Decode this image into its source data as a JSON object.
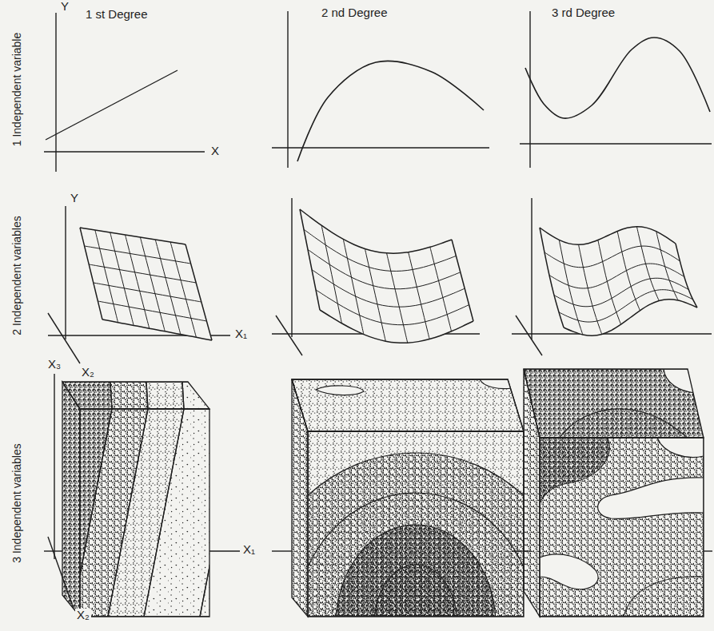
{
  "diagram": {
    "labels": [
      "1 Independent variable",
      "Y",
      "1 st Degree",
      "X",
      "2 nd Degree",
      "3 rd Degree",
      "2 Independent variables",
      "Y",
      "X₁",
      "X₂",
      "3 Independent variables",
      "X₃",
      "X₁",
      "X₂"
    ]
  }
}
